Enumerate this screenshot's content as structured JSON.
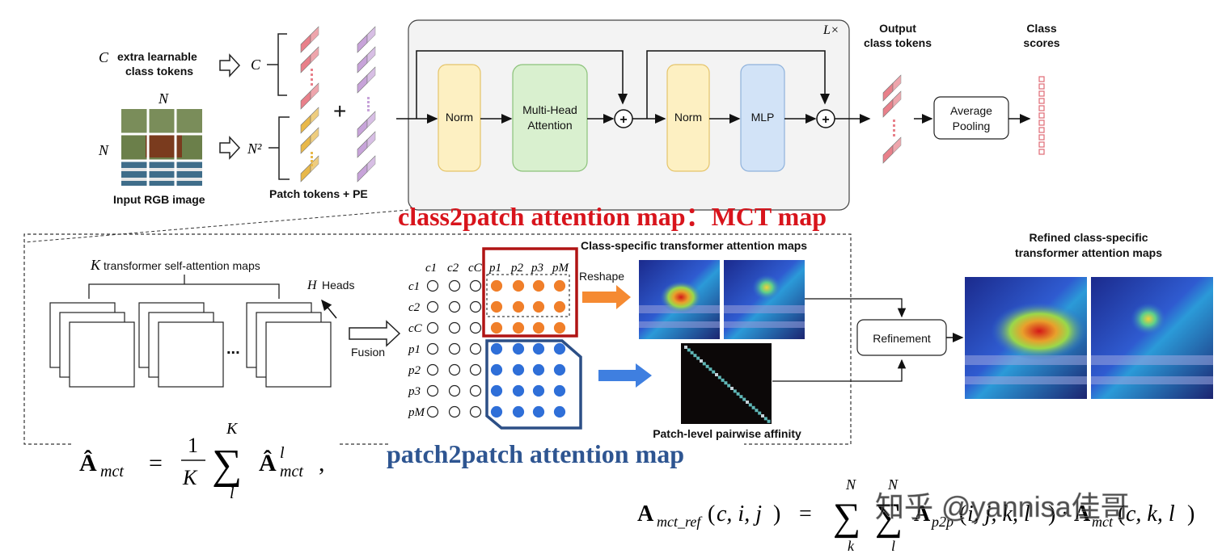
{
  "top": {
    "c_tokens_label_line1": "extra learnable",
    "c_tokens_label_line2": "class tokens",
    "c_symbol": "C",
    "n_symbol": "N",
    "n2_symbol": "N²",
    "input_label": "Input RGB image",
    "patch_tokens_label": "Patch tokens + PE",
    "plus_glyph": "+",
    "layers_label": "L×",
    "norm1": "Norm",
    "mha_line1": "Multi-Head",
    "mha_line2": "Attention",
    "norm2": "Norm",
    "mlp": "MLP",
    "output_line1": "Output",
    "output_line2": "class tokens",
    "avgpool_line1": "Average",
    "avgpool_line2": "Pooling",
    "scores_line1": "Class",
    "scores_line2": "scores"
  },
  "annotations": {
    "class2patch": "class2patch attention map：MCT map",
    "patch2patch": "patch2patch attention map",
    "watermark": "知乎 @yannisa佳哥"
  },
  "bottom": {
    "k_maps_label": "transformer self-attention maps",
    "k_symbol": "K",
    "h_heads": "Heads",
    "h_symbol": "H",
    "dots": "...",
    "fusion": "Fusion",
    "col_headers": [
      "c1",
      "c2",
      "cC",
      "p1",
      "p2",
      "p3",
      "pM"
    ],
    "row_headers": [
      "c1",
      "c2",
      "cC",
      "p1",
      "p2",
      "p3",
      "pM"
    ],
    "reshape": "Reshape",
    "class_specific_title": "Class-specific transformer attention maps",
    "affinity_label": "Patch-level pairwise affinity",
    "refinement": "Refinement",
    "refined_line1": "Refined class-specific",
    "refined_line2": "transformer attention maps"
  },
  "equations": {
    "eq1": "Â_mct = (1/K) Σ_l Â^l_mct,",
    "eq2": "A_mct_ref(c,i,j) = Σ_k^N Σ_l^N A_p2p(i,j,k,l) · A_mct(c,k,l)"
  },
  "colors": {
    "class_token": "#e8808a",
    "patch_token": "#c7a3d9",
    "patch_token_yellow": "#e8b84a",
    "norm_fill": "#fdf0c2",
    "mha_fill": "#d9f0cf",
    "mlp_fill": "#d2e3f7",
    "orange_dot": "#f07f2a",
    "blue_dot": "#2f6fd8",
    "red_box": "#b01414",
    "blue_box": "#2c4f86",
    "red_text": "#d8141c",
    "blue_text": "#2e5591"
  }
}
